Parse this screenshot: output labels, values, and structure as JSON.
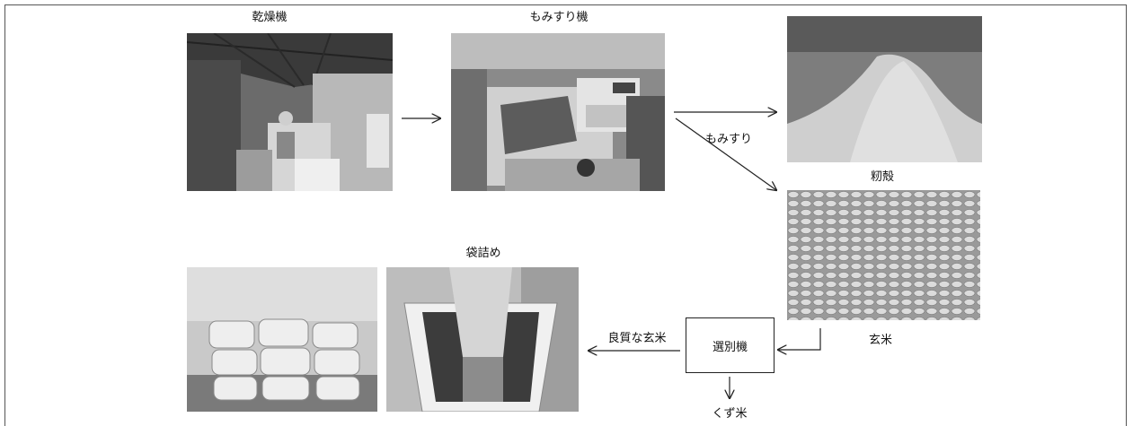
{
  "steps": {
    "dryer": "乾燥機",
    "husker": "もみすり機",
    "husking_action": "もみすり",
    "husks": "籾殻",
    "brown_rice": "玄米",
    "sorter": "選別機",
    "good_brown_rice": "良質な玄米",
    "broken_rice": "くず米",
    "bagging": "袋詰め"
  }
}
